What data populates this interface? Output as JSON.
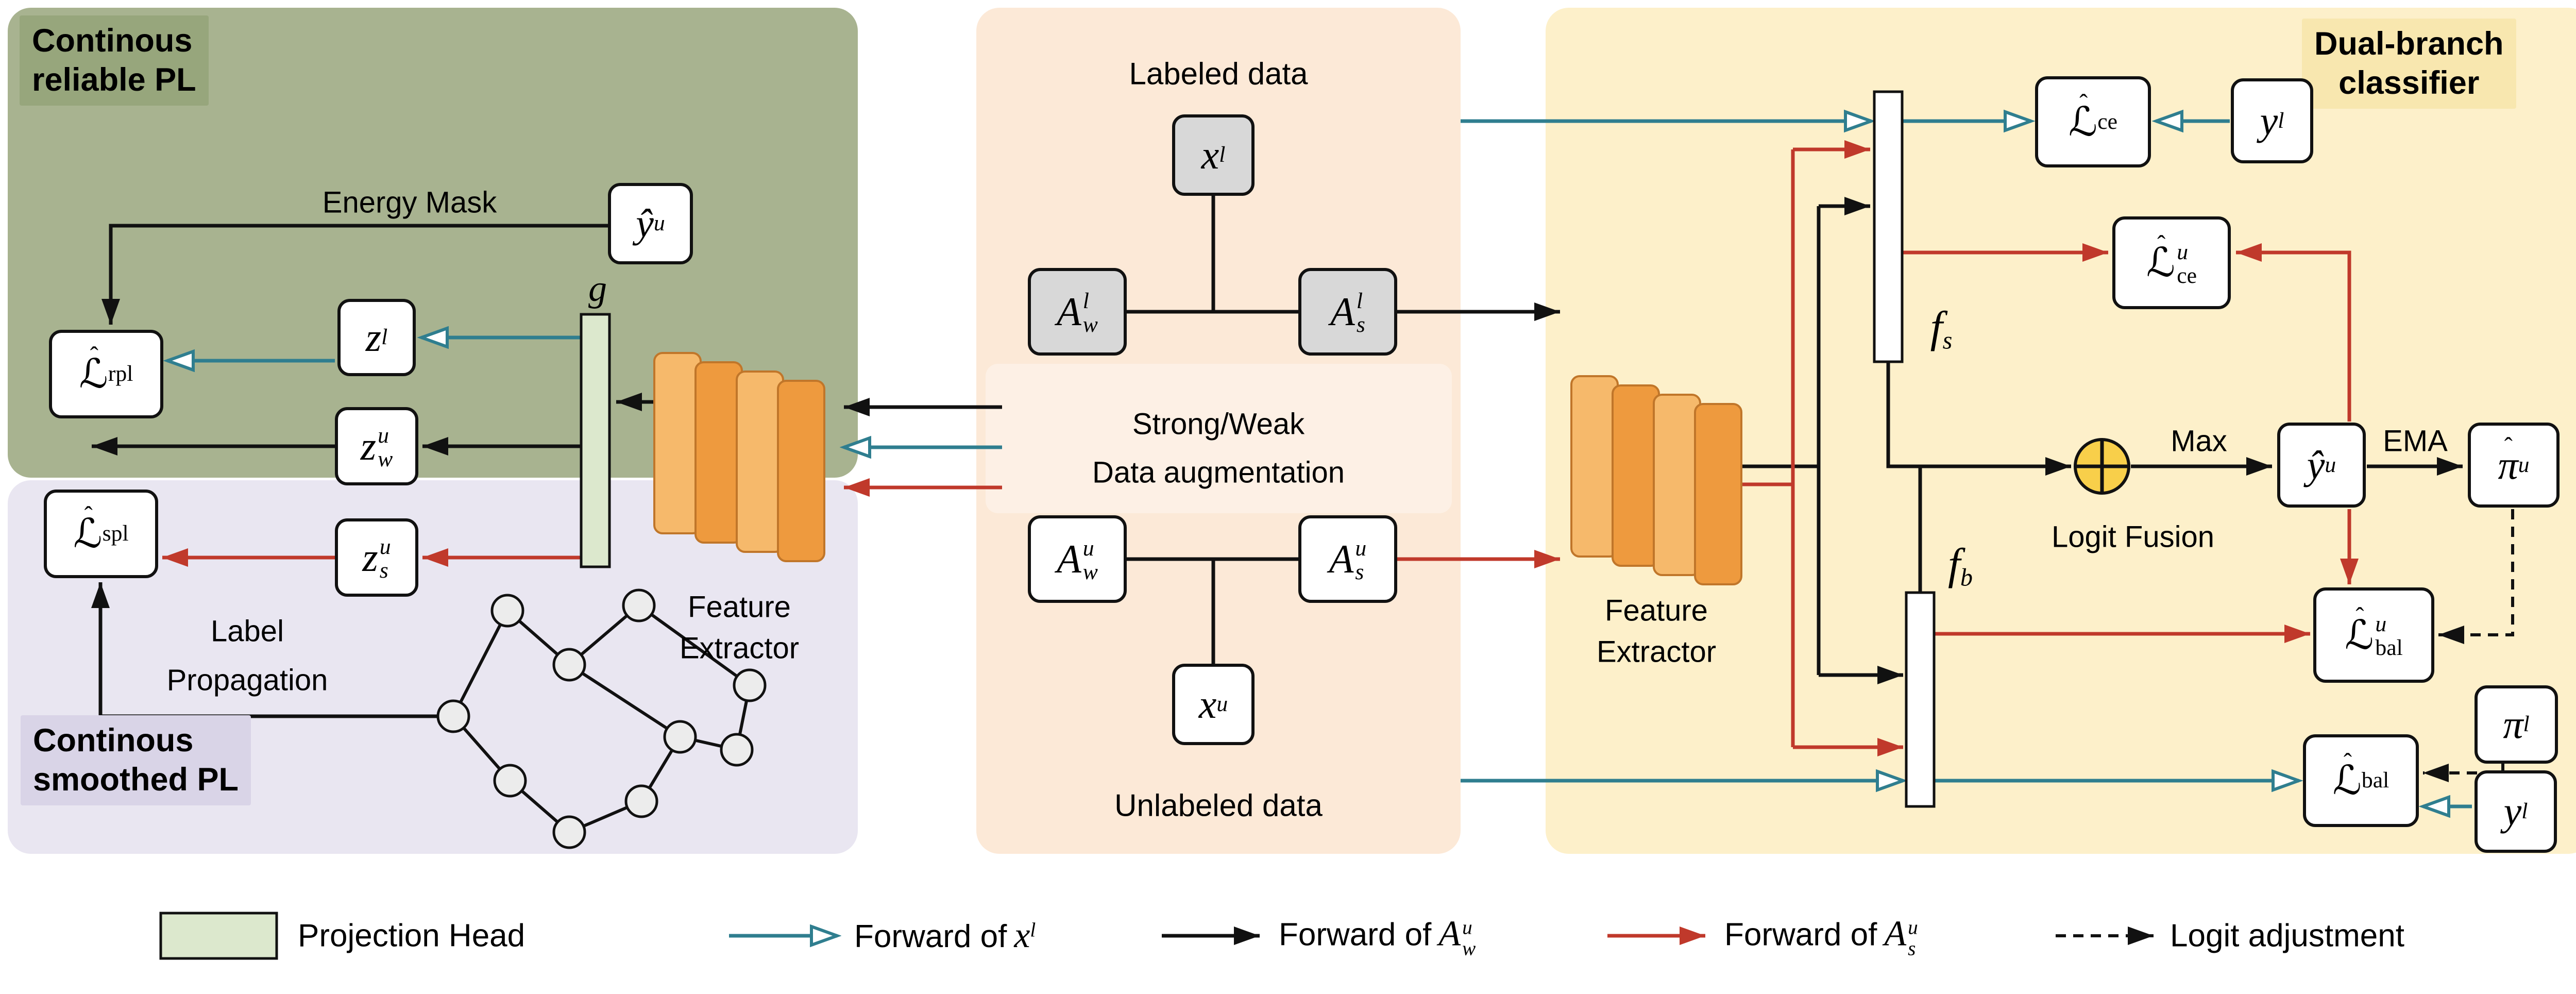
{
  "colors": {
    "reliable_panel": "#a8b390",
    "reliable_title_bg": "#97a67c",
    "smoothed_panel": "#e9e6f1",
    "smoothed_title_bg": "#d9d4e7",
    "data_panel": "#fce9d7",
    "classifier_panel": "#fdf0ca",
    "classifier_title_bg": "#f8e7af",
    "projection_head": "#dce8cd",
    "box_gray": "#d8d8d8",
    "slab_orange_dark": "#ee9a3e",
    "slab_orange_light": "#f6b96b",
    "teal": "#2f7e8f",
    "red": "#c0392b",
    "black": "#111111",
    "fusion_yellow": "#f8cf4a"
  },
  "panels": {
    "reliable_pl": {
      "title": [
        "Continous",
        "reliable PL"
      ]
    },
    "smoothed_pl": {
      "title": [
        "Continous",
        "smoothed PL"
      ]
    },
    "dual_branch": {
      "title": [
        "Dual-branch",
        "classifier"
      ]
    }
  },
  "left": {
    "energy_mask": "Energy Mask",
    "g": "g",
    "label_prop": [
      "Label",
      "Propagation"
    ],
    "feature_extractor": [
      "Feature",
      "Extractor"
    ],
    "y_hat_u": {
      "base": "ŷ",
      "sup": "u"
    },
    "L_rpl": {
      "hat": "ˆ",
      "base": "ℒ",
      "sub": "rpl"
    },
    "z_l": {
      "base": "z",
      "sup": "l"
    },
    "z_w_u": {
      "base": "z",
      "sup": "u",
      "sub": "w"
    },
    "z_s_u": {
      "base": "z",
      "sup": "u",
      "sub": "s"
    },
    "L_spl": {
      "hat": "ˆ",
      "base": "ℒ",
      "sub": "spl"
    }
  },
  "middle": {
    "labeled": "Labeled data",
    "aug": [
      "Strong/Weak",
      "Data augmentation"
    ],
    "unlabeled": "Unlabeled data",
    "x_l": {
      "base": "x",
      "sup": "l"
    },
    "A_w_l": {
      "base": "A",
      "sup": "l",
      "sub": "w"
    },
    "A_s_l": {
      "base": "A",
      "sup": "l",
      "sub": "s"
    },
    "A_w_u": {
      "base": "A",
      "sup": "u",
      "sub": "w"
    },
    "A_s_u": {
      "base": "A",
      "sup": "u",
      "sub": "s"
    },
    "x_u": {
      "base": "x",
      "sup": "u"
    }
  },
  "right": {
    "feature_extractor": [
      "Feature",
      "Extractor"
    ],
    "f_s": {
      "base": "f",
      "sub": "s"
    },
    "f_b": {
      "base": "f",
      "sub": "b"
    },
    "max": "Max",
    "ema": "EMA",
    "logit_fusion": "Logit Fusion",
    "L_ce": {
      "hat": "ˆ",
      "base": "ℒ",
      "sub": "ce"
    },
    "y_l_top": {
      "base": "y",
      "sup": "l"
    },
    "L_ce_u": {
      "hat": "ˆ",
      "base": "ℒ",
      "sub": "ce",
      "sup": "u"
    },
    "y_hat_u": {
      "base": "ŷ",
      "sup": "u"
    },
    "pi_hat_u": {
      "hat": "ˆ",
      "base": "π",
      "sup": "u"
    },
    "L_bal_u": {
      "hat": "ˆ",
      "base": "ℒ",
      "sub": "bal",
      "sup": "u"
    },
    "L_bal": {
      "hat": "ˆ",
      "base": "ℒ",
      "sub": "bal"
    },
    "pi_l": {
      "base": "π",
      "sup": "l"
    },
    "y_l_bottom": {
      "base": "y",
      "sup": "l"
    }
  },
  "legend": {
    "projection_head": "Projection Head",
    "forward_x": {
      "prefix": "Forward of",
      "base": "x",
      "sup": "l"
    },
    "forward_aw": {
      "prefix": "Forward of",
      "base": "A",
      "sup": "u",
      "sub": "w"
    },
    "forward_as": {
      "prefix": "Forward of",
      "base": "A",
      "sup": "u",
      "sub": "s"
    },
    "logit_adjust": "Logit adjustment"
  }
}
